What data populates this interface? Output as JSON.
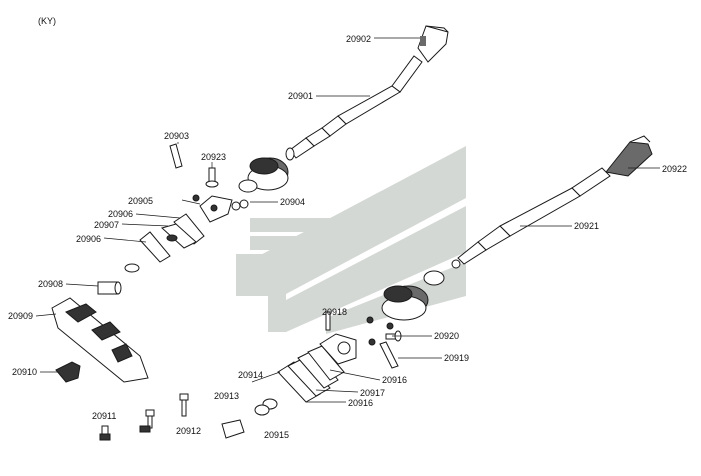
{
  "region_code": "(KY)",
  "callouts": [
    {
      "id": "c20902",
      "text": "20902"
    },
    {
      "id": "c20901",
      "text": "20901"
    },
    {
      "id": "c20903",
      "text": "20903"
    },
    {
      "id": "c20923",
      "text": "20923"
    },
    {
      "id": "c20922",
      "text": "20922"
    },
    {
      "id": "c20905",
      "text": "20905"
    },
    {
      "id": "c20904",
      "text": "20904"
    },
    {
      "id": "c20906a",
      "text": "20906"
    },
    {
      "id": "c20907",
      "text": "20907"
    },
    {
      "id": "c20906b",
      "text": "20906"
    },
    {
      "id": "c20921",
      "text": "20921"
    },
    {
      "id": "c20908",
      "text": "20908"
    },
    {
      "id": "c20909",
      "text": "20909"
    },
    {
      "id": "c20918",
      "text": "20918"
    },
    {
      "id": "c20920",
      "text": "20920"
    },
    {
      "id": "c20919",
      "text": "20919"
    },
    {
      "id": "c20910",
      "text": "20910"
    },
    {
      "id": "c20914",
      "text": "20914"
    },
    {
      "id": "c20916a",
      "text": "20916"
    },
    {
      "id": "c20917",
      "text": "20917"
    },
    {
      "id": "c20916b",
      "text": "20916"
    },
    {
      "id": "c20913",
      "text": "20913"
    },
    {
      "id": "c20911",
      "text": "20911"
    },
    {
      "id": "c20912",
      "text": "20912"
    },
    {
      "id": "c20915",
      "text": "20915"
    }
  ],
  "colors": {
    "line": "#1a1a1a",
    "watermark": "#d4d8d4",
    "part_fill": "#ffffff",
    "shade": "#6a6a6a"
  }
}
